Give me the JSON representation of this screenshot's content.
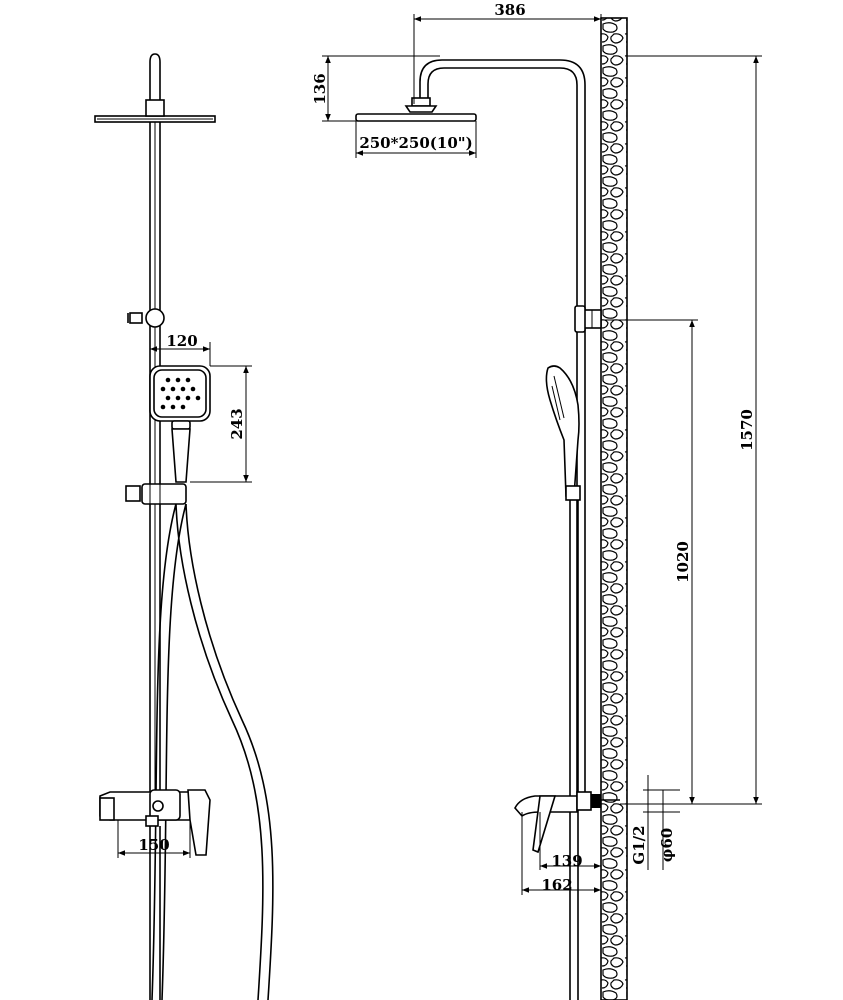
{
  "dimensions": {
    "arm_reach": "386",
    "head_drop": "136",
    "head_size": "250*250(10\")",
    "hand_width": "120",
    "hand_length": "243",
    "spout_length_front": "150",
    "total_height": "1570",
    "rail_height": "1020",
    "spout_offset": "139",
    "spout_total": "162",
    "thread": "G1/2",
    "flange_diameter": "φ60"
  }
}
